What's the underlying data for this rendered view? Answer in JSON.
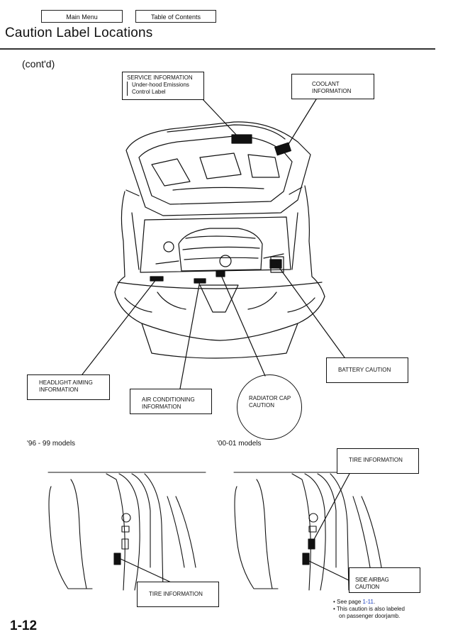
{
  "nav": {
    "main_menu": "Main Menu",
    "toc": "Table of Contents"
  },
  "header": {
    "title": "Caution Label Locations",
    "subtitle": "(cont'd)"
  },
  "labels": {
    "service_info": {
      "line1": "SERVICE  INFORMATION",
      "line2": "Under-hood Emissions",
      "line3": "Control Label"
    },
    "coolant": {
      "line1": "COOLANT",
      "line2": "INFORMATION"
    },
    "battery": "BATTERY CAUTION",
    "headlight": {
      "line1": "HEADLIGHT AIMING",
      "line2": "INFORMATION"
    },
    "air_conditioning": {
      "line1": "AIR  CONDITIONING",
      "line2": "INFORMATION"
    },
    "radiator": {
      "line1": "RADIATOR CAP",
      "line2": "CAUTION"
    },
    "tire_info_right": "TIRE INFORMATION",
    "tire_info_left": "TIRE INFORMATION",
    "side_airbag": "SIDE AIRBAG CAUTION"
  },
  "models": {
    "left": "'96 - 99 models",
    "right": "'00-01 models"
  },
  "notes": {
    "bullet": "•",
    "see_page_prefix": "See page ",
    "see_page_link": "1-11",
    "see_page_suffix": ".",
    "line2a": "This caution is also labeled",
    "line2b": "on passenger doorjamb."
  },
  "page": {
    "number": "1-12"
  }
}
